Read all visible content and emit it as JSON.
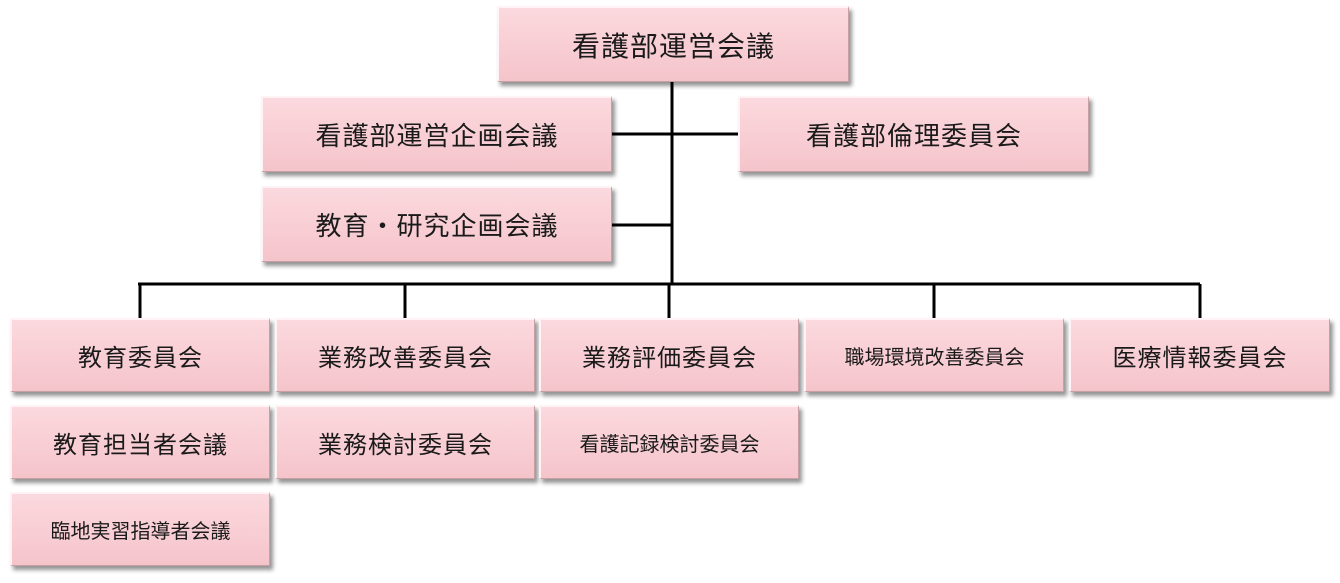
{
  "org_chart": {
    "top": "看護部運営会議",
    "planning": "看護部運営企画会議",
    "ethics": "看護部倫理委員会",
    "education_research": "教育・研究企画会議",
    "committees": {
      "education": "教育委員会",
      "education_staff": "教育担当者会議",
      "clinical_training": "臨地実習指導者会議",
      "business_improvement": "業務改善委員会",
      "business_review": "業務検討委員会",
      "business_evaluation": "業務評価委員会",
      "nursing_records": "看護記録検討委員会",
      "workplace_environment": "職場環境改善委員会",
      "medical_information": "医療情報委員会"
    }
  }
}
